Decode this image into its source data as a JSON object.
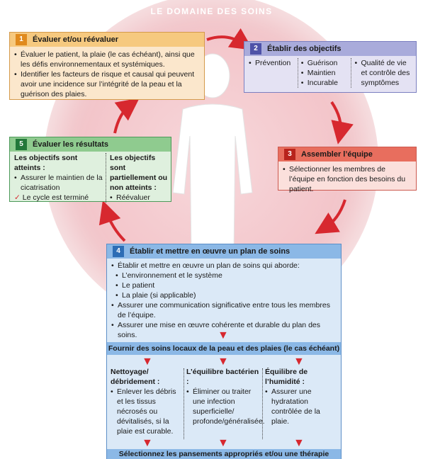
{
  "domain_title": "LE DOMAINE DES SOINS",
  "colors": {
    "orange": "#e8a23a",
    "purple": "#5b5fb3",
    "red": "#d8413c",
    "green": "#2f8b4a",
    "blue": "#3a7cc4",
    "arrow": "#d7282f"
  },
  "step1": {
    "number": "1",
    "title": "Évaluer et/ou réévaluer",
    "items": [
      "Évaluer le patient, la plaie (le cas échéant), ainsi que les défis environnementaux et systémiques.",
      "Identifier les facteurs de risque et causal qui peuvent avoir une incidence sur l’intégrité de la peau et la guérison des plaies."
    ]
  },
  "step2": {
    "number": "2",
    "title": "Établir des objectifs",
    "col1": [
      "Prévention"
    ],
    "col2": [
      "Guérison",
      "Maintien",
      "Incurable"
    ],
    "col3": [
      "Qualité de vie et contrôle des symptômes"
    ]
  },
  "step3": {
    "number": "3",
    "title": "Assembler l’équipe",
    "items": [
      "Sélectionner les membres de l’équipe en fonction des besoins du patient."
    ]
  },
  "step5": {
    "number": "5",
    "title": "Évaluer les résultats",
    "left_title": "Les objectifs sont atteints :",
    "left_items": [
      "Assurer le maintien de la cicatrisation"
    ],
    "left_check": "Le cycle est terminé",
    "right_title": "Les objectifs sont partiellement ou non atteints :",
    "right_items": [
      "Réévaluer"
    ]
  },
  "step4": {
    "number": "4",
    "title": "Établir et mettre en œuvre un plan de soins",
    "intro": "Établir et mettre en œuvre un plan de soins qui aborde:",
    "sub_items": [
      "L’environnement et le système",
      "Le patient",
      "La plaie (si applicable)"
    ],
    "items": [
      "Assurer une communication significative entre tous les membres de l’équipe.",
      "Assurer une mise en œuvre cohérente et durable du plan des soins."
    ],
    "band1": "Fournir des soins locaux de la peau et des plaies (le cas échéant)",
    "col1_title": "Nettoyage/ débridement :",
    "col1_items": [
      "Enlever les débris et les tissus nécrosés ou dévitalisés, si la plaie est curable."
    ],
    "col2_title": "L’équilibre bactérien :",
    "col2_items": [
      "Éliminer ou traiter une infection superficielle/ profonde/généralisée."
    ],
    "col3_title": "Équilibre de l’humidité :",
    "col3_items": [
      "Assurer une hydratation contrôlée de la plaie."
    ],
    "band2": "Sélectionnez les pansements appropriés et/ou une thérapie avancée"
  }
}
